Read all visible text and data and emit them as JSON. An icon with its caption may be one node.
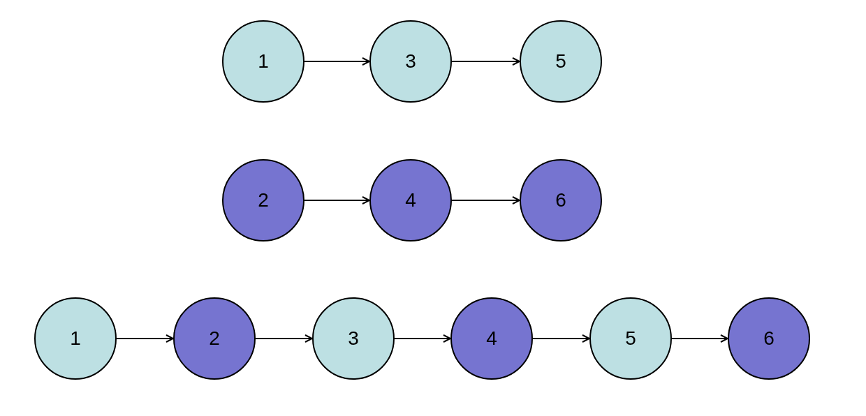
{
  "diagram": {
    "nodes": [
      {
        "text": [
          "1"
        ]
      },
      {
        "text": [
          "3"
        ]
      },
      {
        "text": [
          "5"
        ]
      },
      {
        "text": [
          "2"
        ]
      },
      {
        "text": [
          "4"
        ]
      },
      {
        "text": [
          "6"
        ]
      },
      {
        "text": [
          "1"
        ]
      },
      {
        "text": [
          "2"
        ]
      },
      {
        "text": [
          "3"
        ]
      },
      {
        "text": [
          "4"
        ]
      },
      {
        "text": [
          "5"
        ]
      },
      {
        "text": [
          "6"
        ]
      }
    ],
    "edges": [
      {
        "from": 0,
        "to": 1,
        "arrow": "to"
      },
      {
        "from": 1,
        "to": 2,
        "arrow": "to"
      },
      {
        "from": 3,
        "to": 4,
        "arrow": "to"
      },
      {
        "from": 4,
        "to": 5,
        "arrow": "to"
      },
      {
        "from": 6,
        "to": 7,
        "arrow": "to"
      },
      {
        "from": 7,
        "to": 8,
        "arrow": "to"
      },
      {
        "from": 8,
        "to": 9,
        "arrow": "to"
      },
      {
        "from": 9,
        "to": 10,
        "arrow": "to"
      },
      {
        "from": 10,
        "to": 11,
        "arrow": "to"
      }
    ]
  }
}
